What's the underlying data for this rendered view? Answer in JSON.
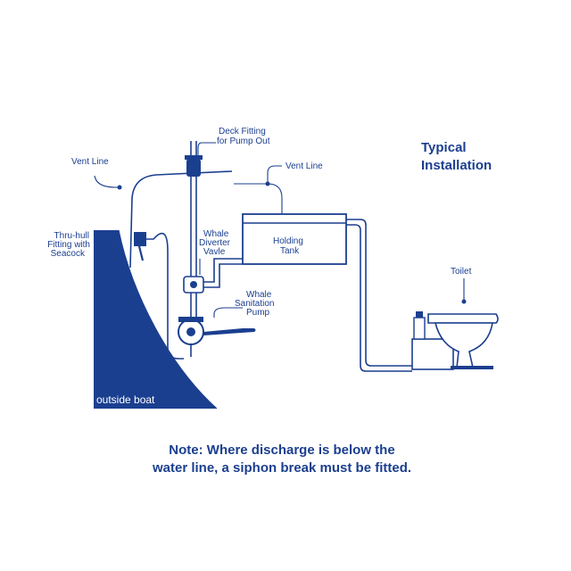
{
  "title": {
    "line1": "Typical",
    "line2": "Installation"
  },
  "labels": {
    "deck_fitting": {
      "line1": "Deck Fitting",
      "line2": "for Pump Out"
    },
    "vent_line_left": "Vent Line",
    "vent_line_right": "Vent Line",
    "thru_hull": {
      "line1": "Thru-hull",
      "line2": "Fitting with",
      "line3": "Seacock"
    },
    "diverter": {
      "line1": "Whale",
      "line2": "Diverter",
      "line3": "Vavle"
    },
    "holding_tank": {
      "line1": "Holding",
      "line2": "Tank"
    },
    "pump": {
      "line1": "Whale",
      "line2": "Sanitation",
      "line3": "Pump"
    },
    "toilet": "Toilet",
    "outside_boat": "outside boat"
  },
  "note": {
    "line1": "Note: Where discharge is below the",
    "line2": "water line, a siphon break must be fitted."
  },
  "colors": {
    "primary": "#1b3f8f",
    "background": "#ffffff"
  }
}
